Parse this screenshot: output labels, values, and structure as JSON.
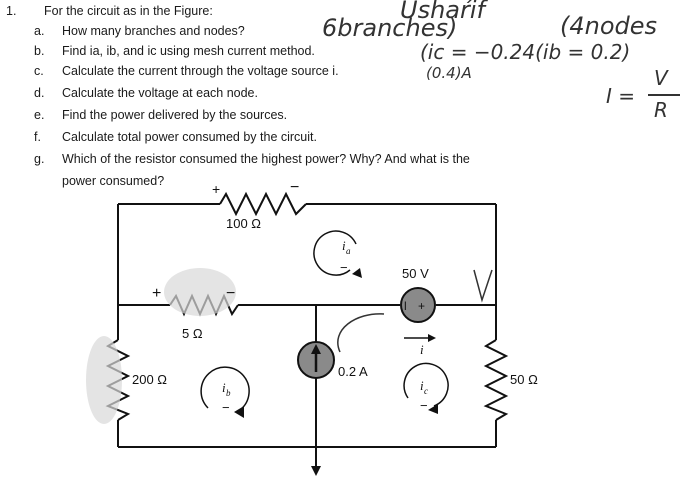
{
  "problem": {
    "number": "1.",
    "intro": "For the circuit as in the Figure:",
    "items": [
      {
        "letter": "a.",
        "text": "How many branches and nodes?"
      },
      {
        "letter": "b.",
        "text": "Find ia, ib, and ic using mesh current method."
      },
      {
        "letter": "c.",
        "text": "Calculate the current through the voltage source i."
      },
      {
        "letter": "d.",
        "text": "Calculate the voltage at each node."
      },
      {
        "letter": "e.",
        "text": "Find the power delivered by the sources."
      },
      {
        "letter": "f.",
        "text": "Calculate total power consumed by the circuit."
      },
      {
        "letter": "g.",
        "text": "Which of the resistor consumed the highest power? Why? And what is the"
      }
    ],
    "item_g_cont": "power consumed?"
  },
  "handwriting": {
    "top": "Ushaŕif",
    "branches": "6branches)",
    "nodes": "(4nodes",
    "ic_eq": "(ic = −0.24(ib = 0.2)",
    "ii_eq": "(0.4)A",
    "ohm_i": "I =",
    "ohm_v": "V",
    "ohm_r": "R"
  },
  "circuit": {
    "r_top": "100 Ω",
    "r_mid": "5 Ω",
    "r_left": "200 Ω",
    "r_right": "50 Ω",
    "v_source": "50 V",
    "c_source": "0.2 A",
    "ia": "i",
    "ia_sub": "a",
    "ib": "i",
    "ib_sub": "b",
    "ic": "i",
    "ic_sub": "c",
    "i_src": "i",
    "plus": "+",
    "minus": "−"
  }
}
